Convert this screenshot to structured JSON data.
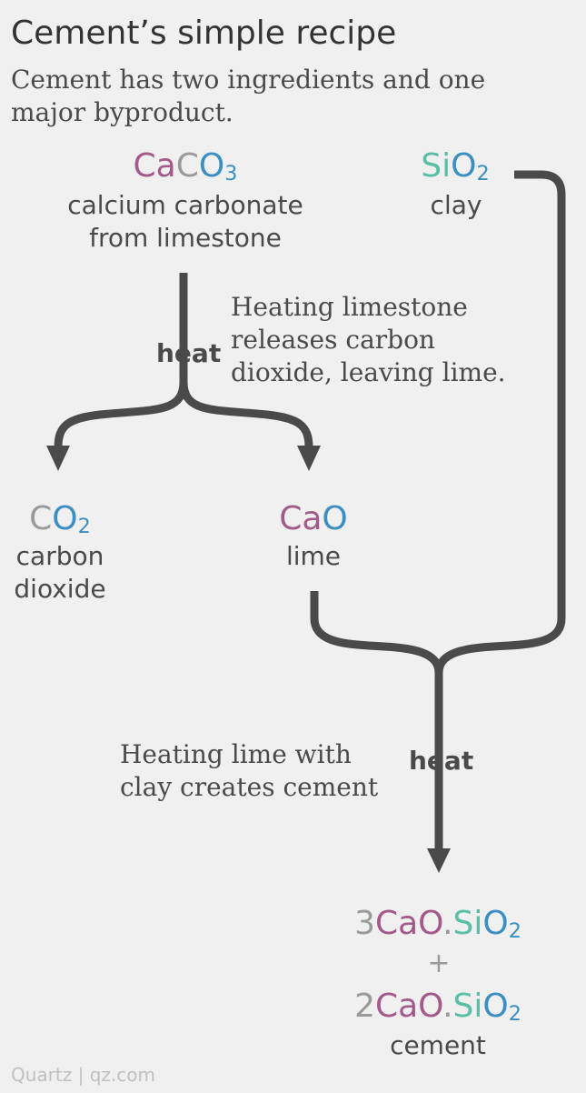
{
  "header": {
    "title": "Cement’s simple recipe",
    "subtitle": "Cement has two ingredients and one major byproduct."
  },
  "nodes": {
    "limestone": {
      "label1": "calcium carbonate",
      "label2": "from limestone"
    },
    "clay": {
      "label": "clay"
    },
    "co2": {
      "label1": "carbon",
      "label2": "dioxide"
    },
    "lime": {
      "label": "lime"
    },
    "cement": {
      "plus": "+",
      "label": "cement"
    }
  },
  "formulas": {
    "caco3": [
      "Ca",
      "C",
      "O",
      "3"
    ],
    "sio2": [
      "Si",
      "O",
      "2"
    ],
    "co2": [
      "C",
      "O",
      "2"
    ],
    "cao": [
      "Ca",
      "O"
    ],
    "c3s": [
      "3",
      "CaO",
      ".",
      "Si",
      "O",
      "2"
    ],
    "c2s": [
      "2",
      "CaO",
      ".",
      "Si",
      "O",
      "2"
    ]
  },
  "steps": {
    "heat1": "heat",
    "heat2": "heat",
    "note1": [
      "Heating limestone",
      "releases carbon",
      "dioxide, leaving lime."
    ],
    "note2": [
      "Heating lime with",
      "clay creates cement"
    ]
  },
  "colors": {
    "calcium": "#a35a8a",
    "oxygen": "#3c8fc4",
    "silicon": "#5bbfa6",
    "neutral": "#9a9a9a",
    "arrow": "#4a4a4a"
  },
  "footer": {
    "source": "Quartz | qz.com"
  }
}
